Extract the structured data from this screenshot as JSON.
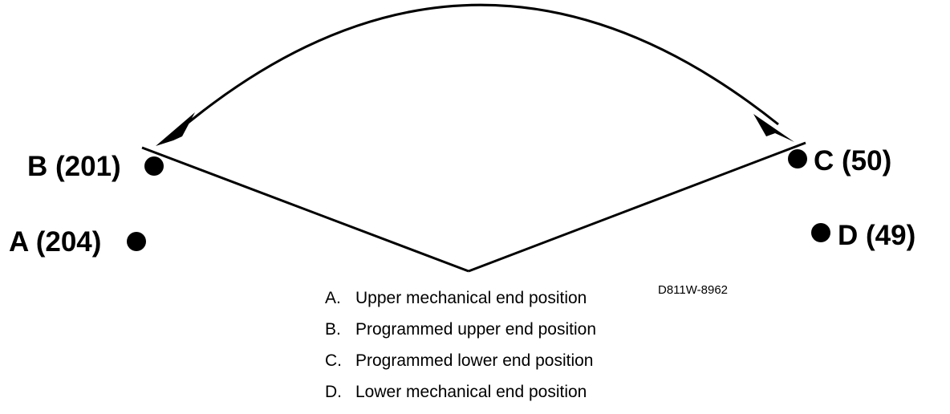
{
  "points": {
    "b": "B (201)",
    "a": "A (204)",
    "c": "C (50)",
    "d": "D (49)"
  },
  "ref_code": "D811W-8962",
  "legend": [
    {
      "key": "A.",
      "text": "Upper mechanical end position"
    },
    {
      "key": "B.",
      "text": "Programmed upper end position"
    },
    {
      "key": "C.",
      "text": "Programmed lower end position"
    },
    {
      "key": "D.",
      "text": "Lower mechanical end position"
    }
  ]
}
